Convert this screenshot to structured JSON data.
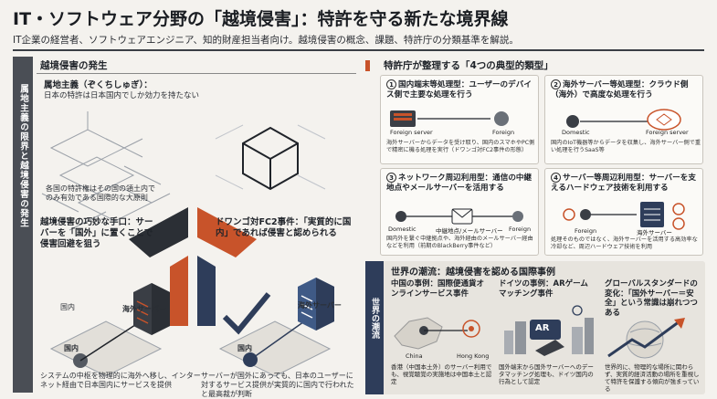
{
  "header": {
    "title": "IT・ソフトウェア分野の「越境侵害」：特許を守る新たな境界線",
    "subtitle": "IT企業の経営者、ソフトウェアエンジニア、知的財産担当者向け。越境侵害の概念、課題、特許庁の分類基準を解説。"
  },
  "left": {
    "tab_label": "属地主義の限界と越境侵害の発生",
    "heading": "越境侵害の発生",
    "territorial_title": "属地主義（ぞくちしゅぎ）：",
    "territorial_desc": "日本の特許は日本国内でしか効力を持たない",
    "territorial_note": "各国の特許権はその国の領土内でのみ有効である国際的な大原則",
    "tactic_title": "越境侵害の巧妙な手口：サーバーを「国外」に置くことで侵害回避を狙う",
    "tactic_country": "国内",
    "tactic_server": "海外サーバー",
    "tactic_domestic": "国内",
    "tactic_desc": "システムの中枢を物理的に海外へ移し、インターネット経由で日本国内にサービスを提供",
    "dwango_title": "ドワンゴ対FC2事件：「実質的に国内」であれば侵害と認められる",
    "dwango_server": "海外サーバー",
    "dwango_domestic": "国内",
    "dwango_desc": "サーバーが国外にあっても、日本のユーザーに対するサービス提供が実質的に国内で行われたと最高裁が判断"
  },
  "right": {
    "heading": "特許庁が整理する「4つの典型的類型」",
    "cards": [
      {
        "num": "1",
        "title": "国内端末等処理型：ユーザーのデバイス側で主要な処理を行う",
        "left_node": "Foreign server",
        "right_node": "Foreign",
        "desc": "海外サーバーからデータを受け取り、国内のスマホやPC側で精密に機る処理を実行（ドワンゴ対FC2事件の形態）"
      },
      {
        "num": "2",
        "title": "海外サーバー等処理型：クラウド側（海外）で高度な処理を行う",
        "left_node": "Domestic",
        "right_node": "Foreign server",
        "desc": "国内のIoT機器等からデータを収集し、海外サーバー側で重い処理を行うSaaS等"
      },
      {
        "num": "3",
        "title": "ネットワーク周辺利用型：通信の中継地点やメールサーバーを活用する",
        "left_node": "Domestic",
        "mid_node": "中継地点/メールサーバー",
        "right_node": "Foreign",
        "desc": "国内外を繋ぐ中継拠点や、海外経由のメールサーバー経由などを利用（前期のBlackBerry事件など）"
      },
      {
        "num": "4",
        "title": "サーバー等周辺利用型：サーバーを支えるハードウェア技術を利用する",
        "left_node": "Foreign",
        "right_node": "海外サーバー",
        "desc": "処理そのものではなく、海外サーバーを活用する高効率な冷却など、周辺ハードウェア技術を利用"
      }
    ]
  },
  "bottom": {
    "tab_label": "世界の潮流",
    "heading": "世界の潮流：越境侵害を認める国際事例",
    "examples": [
      {
        "title": "中国の事例：国際便通貨オンラインサービス事件",
        "label_a": "China",
        "label_b": "Hong Kong",
        "desc": "香港（中国本土外）のサーバー利用でも、視覚聴覚の実施地は中国本土と認定"
      },
      {
        "title": "ドイツの事例：ARゲームマッチング事件",
        "badge": "AR",
        "desc": "国外端末から国外サーバーへのデータマッチング処理も、ドイツ国内の行為として認定"
      },
      {
        "title": "グローバルスタンダードの変化：「国外サーバー＝安全」という常識は崩れつつある",
        "desc": "世界的に、物理的な場所に関わらず、実質的経済活動の場所を重視して特許を保護する傾向が強まっている"
      }
    ]
  },
  "colors": {
    "accent": "#c8532a",
    "navy": "#2e3d5a",
    "gray": "#4a4e55"
  }
}
